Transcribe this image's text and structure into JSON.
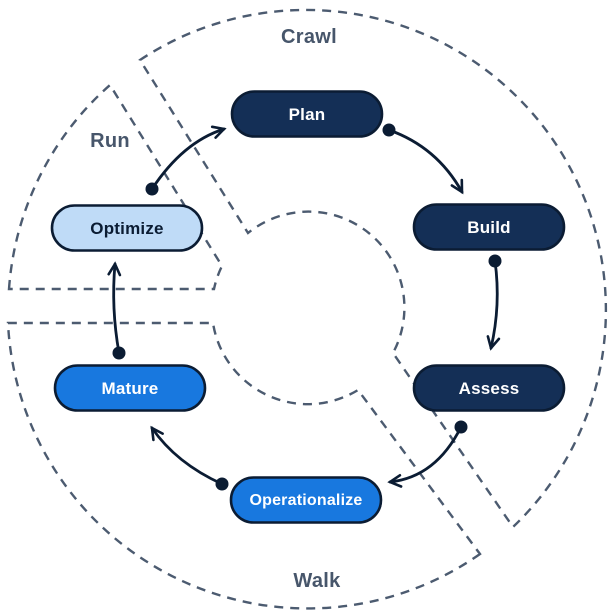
{
  "diagram": {
    "phases": [
      {
        "label": "Crawl",
        "stages_in_phase": [
          "Plan",
          "Build",
          "Assess"
        ]
      },
      {
        "label": "Walk",
        "stages_in_phase": [
          "Operationalize",
          "Mature"
        ]
      },
      {
        "label": "Run",
        "stages_in_phase": [
          "Optimize"
        ]
      }
    ],
    "stages": [
      {
        "label": "Plan",
        "fill": "#142F56",
        "text_color": "#FFFFFF"
      },
      {
        "label": "Build",
        "fill": "#142F56",
        "text_color": "#FFFFFF"
      },
      {
        "label": "Assess",
        "fill": "#142F56",
        "text_color": "#FFFFFF"
      },
      {
        "label": "Operationalize",
        "fill": "#1878DF",
        "text_color": "#FFFFFF"
      },
      {
        "label": "Mature",
        "fill": "#1878DF",
        "text_color": "#FFFFFF"
      },
      {
        "label": "Optimize",
        "fill": "#BFDBF7",
        "text_color": "#0B1C33"
      }
    ],
    "cycle_order": [
      "Plan",
      "Build",
      "Assess",
      "Operationalize",
      "Mature",
      "Optimize",
      "Plan"
    ],
    "colors": {
      "background": "#FFFFFF",
      "dashed_outline": "#4C5B70",
      "arrow": "#0B1C33",
      "pill_border": "#0B1C33",
      "phase_label": "#47566B",
      "dark_navy_pill": "#142F56",
      "bright_blue_pill": "#1878DF",
      "light_blue_pill": "#BFDBF7"
    }
  }
}
